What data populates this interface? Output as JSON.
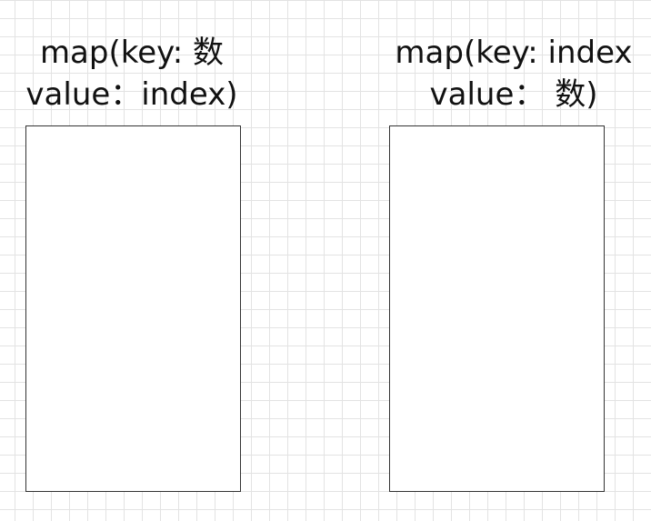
{
  "left": {
    "line1": "map(key: 数",
    "line2": "value：index)"
  },
  "right": {
    "line1": "map(key: index",
    "line2": "value： 数)"
  }
}
